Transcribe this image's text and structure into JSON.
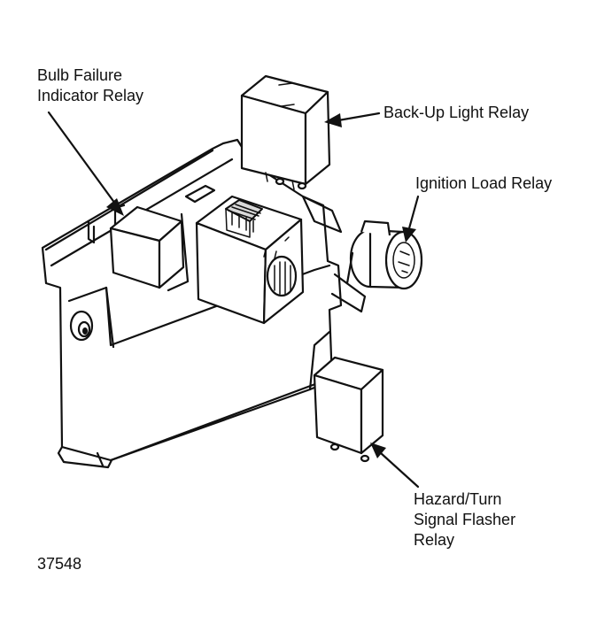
{
  "labels": {
    "bulb_failure_line1": "Bulb Failure",
    "bulb_failure_line2": "Indicator Relay",
    "backup_light": "Back-Up Light Relay",
    "ignition_load": "Ignition Load Relay",
    "hazard_line1": "Hazard/Turn",
    "hazard_line2": "Signal Flasher",
    "hazard_line3": "Relay",
    "figure_number": "37548"
  },
  "colors": {
    "ink": "#111111",
    "background": "#ffffff"
  }
}
